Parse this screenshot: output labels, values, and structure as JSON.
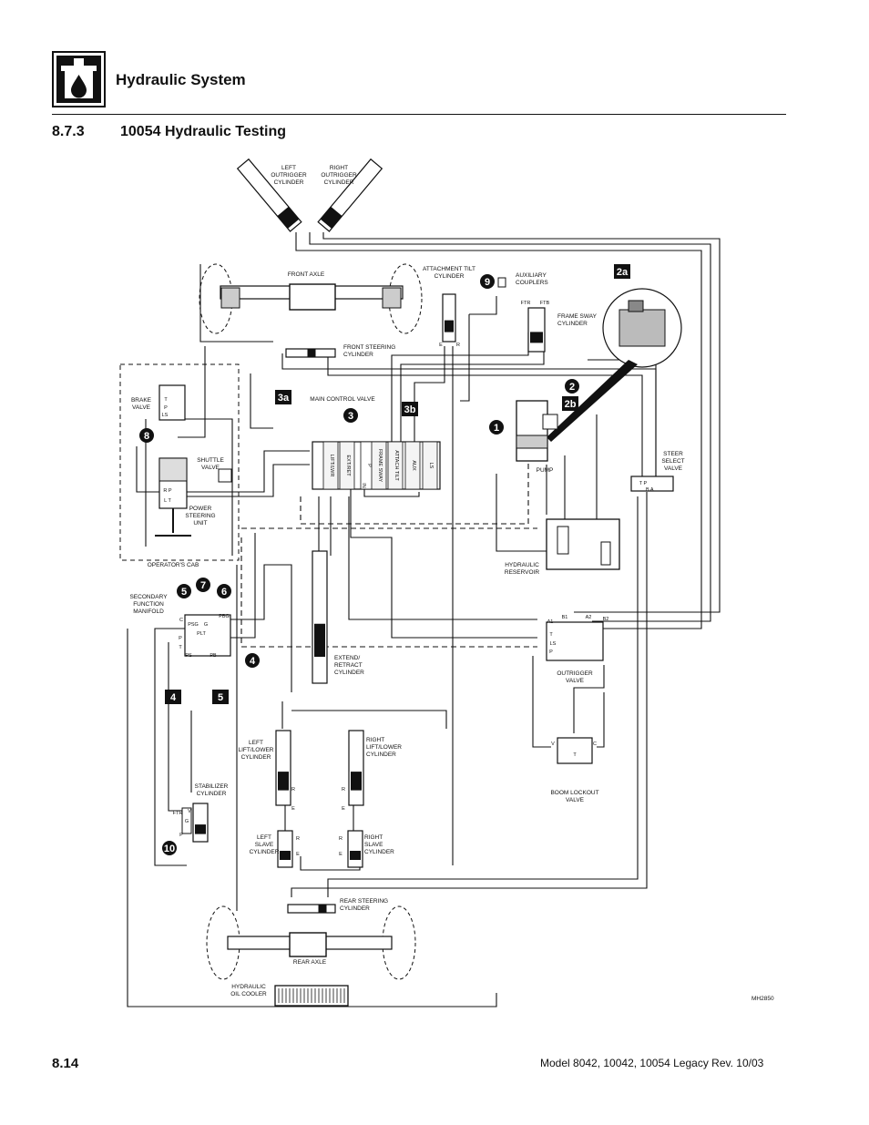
{
  "header": {
    "section_title": "Hydraulic System",
    "sub_number": "8.7.3",
    "sub_title": "10054 Hydraulic Testing"
  },
  "footer": {
    "page_number": "8.14",
    "model_text": "Model  8042, 10042, 10054 Legacy    Rev.  10/03"
  },
  "diagram": {
    "figure_id": "MH2850",
    "components": {
      "left_outrigger_cylinder": [
        "LEFT",
        "OUTRIGGER",
        "CYLINDER"
      ],
      "right_outrigger_cylinder": [
        "RIGHT",
        "OUTRIGGER",
        "CYLINDER"
      ],
      "front_axle": "FRONT  AXLE",
      "attachment_tilt_cylinder": [
        "ATTACHMENT TILT",
        "CYLINDER"
      ],
      "auxiliary_couplers": [
        "AUXILIARY",
        "COUPLERS"
      ],
      "frame_sway_cylinder": [
        "FRAME SWAY",
        "CYLINDER"
      ],
      "front_steering_cylinder": [
        "FRONT STEERING",
        "CYLINDER"
      ],
      "brake_valve": [
        "BRAKE",
        "VALVE"
      ],
      "main_control_valve": "MAIN CONTROL VALVE",
      "shuttle_valve": [
        "SHUTTLE",
        "VALVE"
      ],
      "power_steering_unit": [
        "POWER",
        "STEERING",
        "UNIT"
      ],
      "operators_cab": "OPERATOR'S  CAB",
      "pump": "PUMP",
      "steer_select_valve": [
        "STEER",
        "SELECT",
        "VALVE"
      ],
      "hydraulic_reservoir": [
        "HYDRAULIC",
        "RESERVOIR"
      ],
      "secondary_function_manifold": [
        "SECONDARY",
        "FUNCTION",
        "MANIFOLD"
      ],
      "extend_retract_cylinder": [
        "EXTEND/",
        "RETRACT",
        "CYLINDER"
      ],
      "outrigger_valve": [
        "OUTRIGGER",
        "VALVE"
      ],
      "left_lift_lower_cylinder": [
        "LEFT",
        "LIFT/LOWER",
        "CYLINDER"
      ],
      "right_lift_lower_cylinder": [
        "RIGHT",
        "LIFT/LOWER",
        "CYLINDER"
      ],
      "boom_lockout_valve": [
        "BOOM LOCKOUT",
        "VALVE"
      ],
      "stabilizer_cylinder": [
        "STABILIZER",
        "CYLINDER"
      ],
      "left_slave_cylinder": [
        "LEFT",
        "SLAVE",
        "CYLINDER"
      ],
      "right_slave_cylinder": [
        "RIGHT",
        "SLAVE",
        "CYLINDER"
      ],
      "rear_steering_cylinder": [
        "REAR STEERING",
        "CYLINDER"
      ],
      "rear_axle": "REAR  AXLE",
      "hydraulic_oil_cooler": [
        "HYDRAULIC",
        "OIL  COOLER"
      ]
    },
    "valve_sections": [
      "LIFT/LWR",
      "EXT/RET",
      "P",
      "IN",
      "FRAME SWAY",
      "ATTACH TILT",
      "AUX",
      "LS"
    ],
    "port_labels": {
      "frame_sway": [
        "FTR",
        "FTB"
      ],
      "manifold": [
        "C",
        "PSG",
        "G",
        "PBG",
        "P",
        "PLT",
        "T",
        "PS",
        "PB"
      ],
      "outrigger": [
        "A1",
        "B1",
        "A2",
        "B2",
        "T",
        "LS",
        "P"
      ],
      "boom_lockout": [
        "V",
        "C",
        "T"
      ],
      "steer_select": [
        "T",
        "P",
        "B",
        "A"
      ],
      "brake": [
        "T",
        "P",
        "LS"
      ],
      "pst": [
        "R",
        "P",
        "L",
        "T"
      ],
      "ends": [
        "E",
        "R"
      ],
      "stabilizer": [
        "FTR",
        "P",
        "G",
        "V"
      ]
    },
    "callouts": [
      "1",
      "2",
      "2a",
      "2b",
      "3",
      "3a",
      "3b",
      "4",
      "4",
      "5",
      "5",
      "6",
      "7",
      "8",
      "9",
      "10"
    ]
  }
}
